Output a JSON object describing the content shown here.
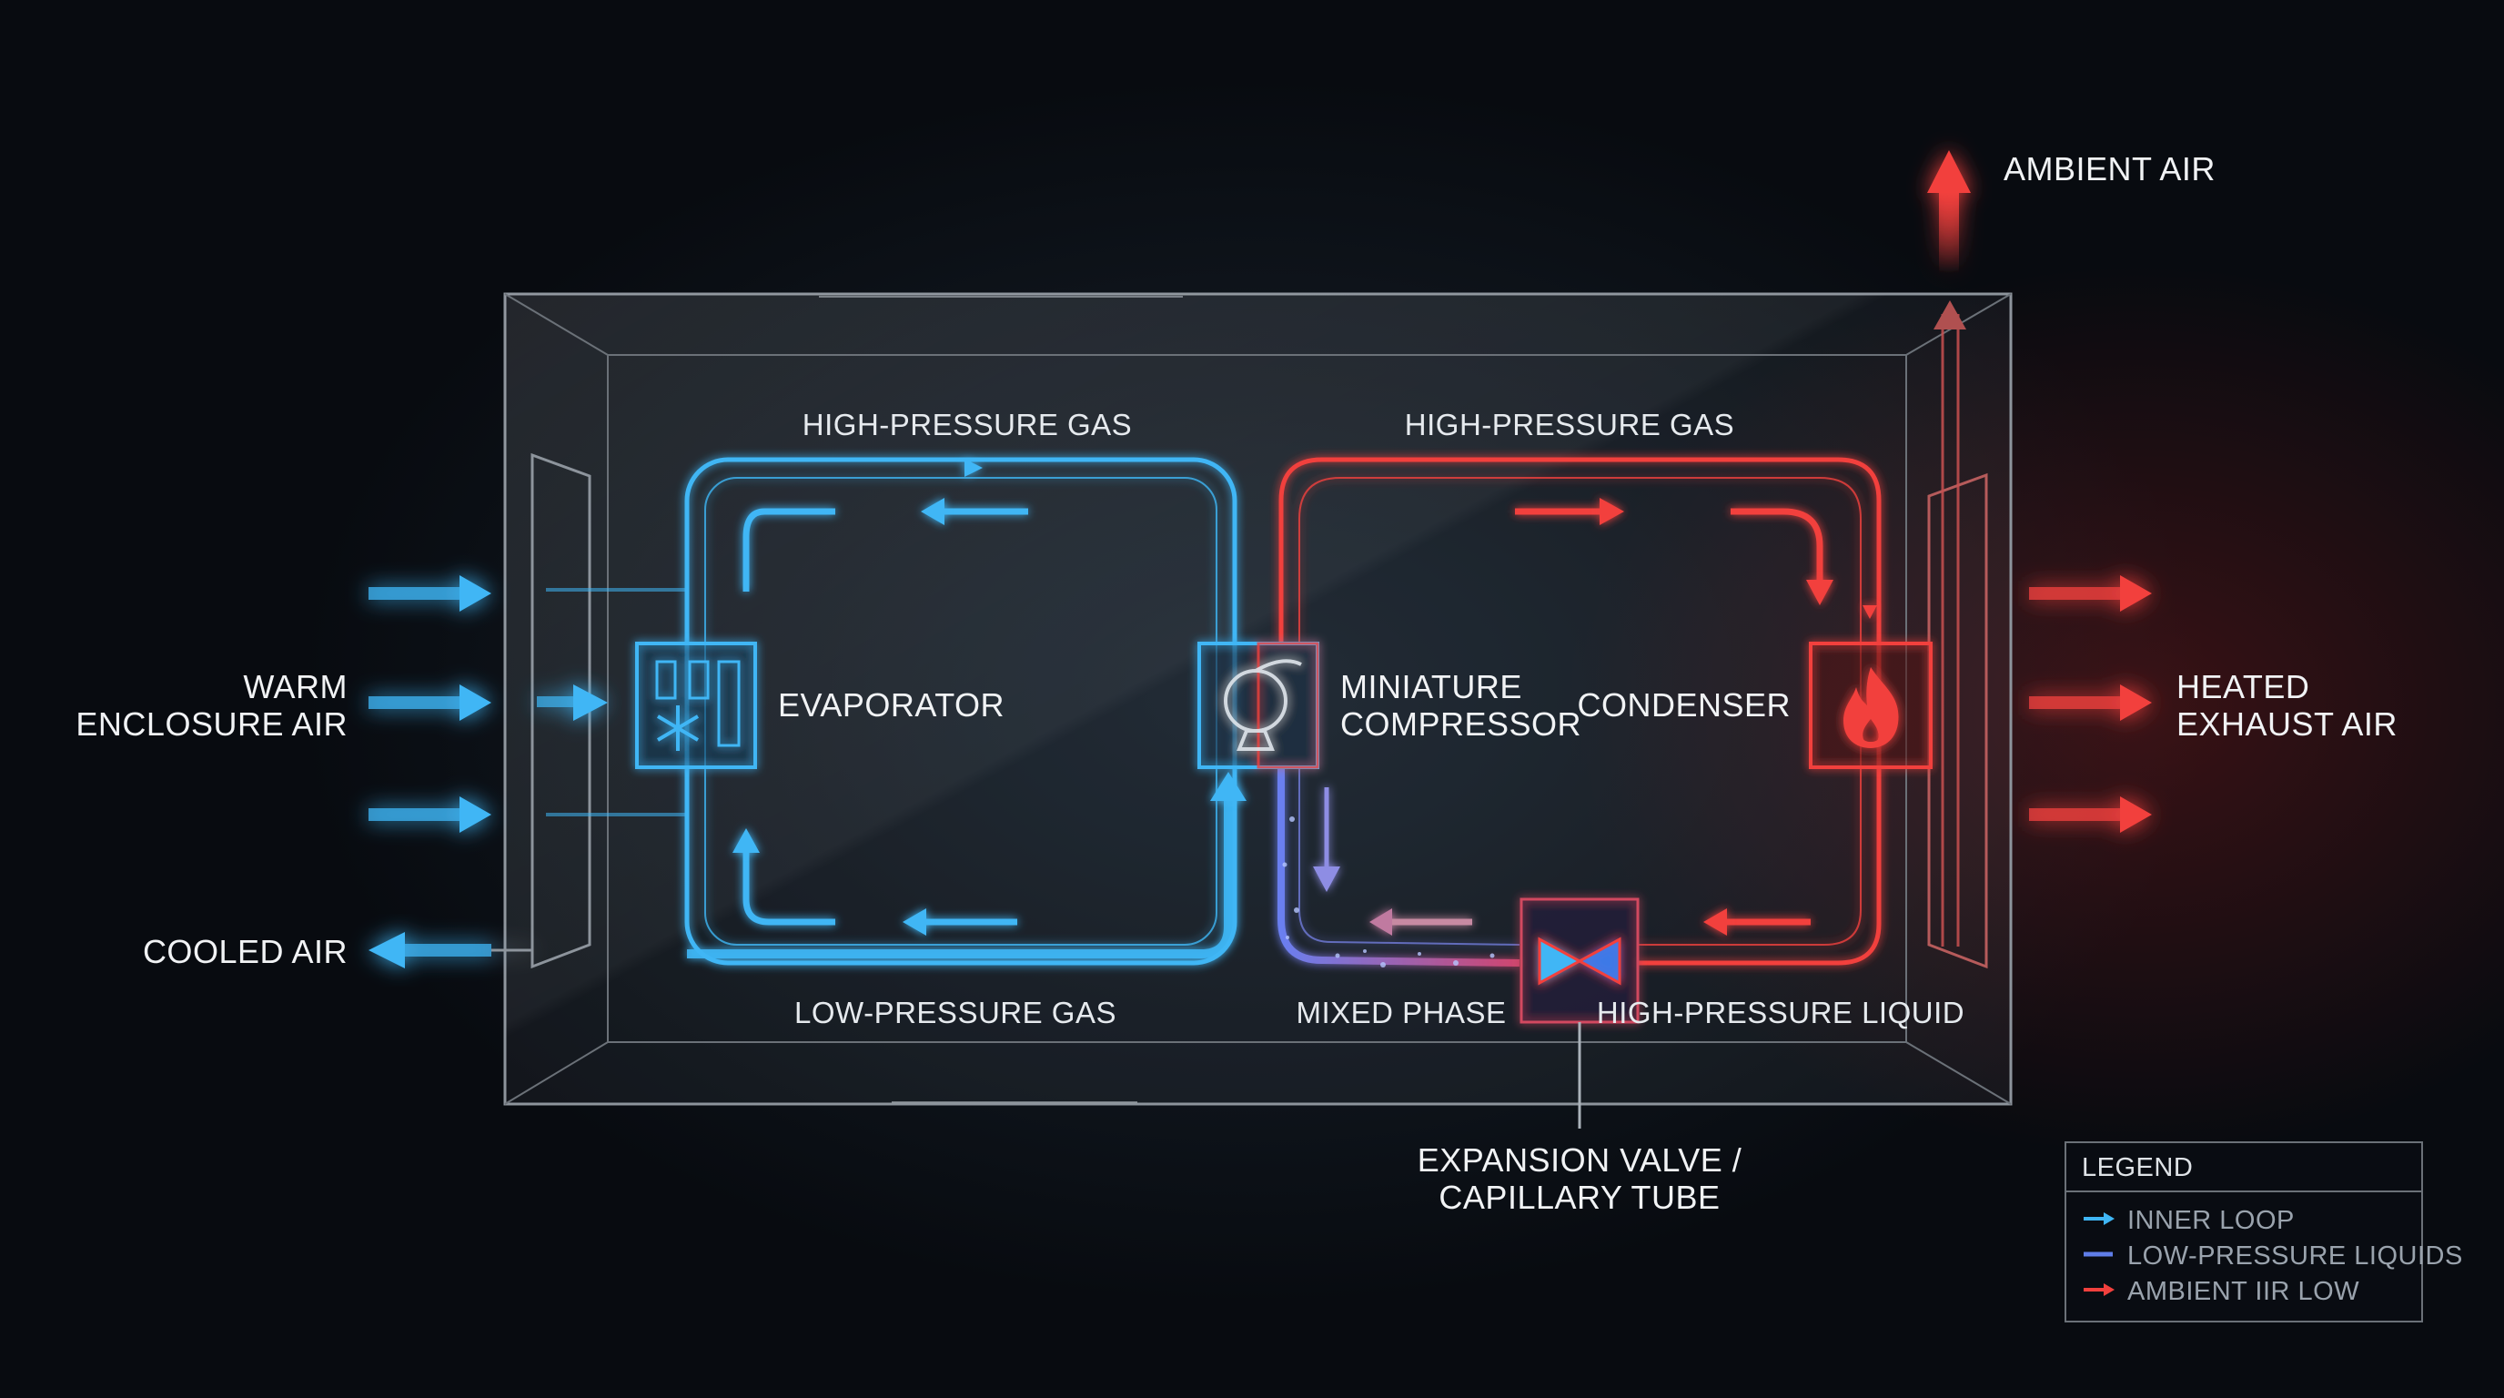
{
  "labels": {
    "ambient_air": "AMBIENT AIR",
    "warm_air_line1": "WARM",
    "warm_air_line2": "ENCLOSURE AIR",
    "cooled_air": "COOLED AIR",
    "heated_line1": "HEATED",
    "heated_line2": "EXHAUST AIR",
    "hp_gas_left": "HIGH-PRESSURE GAS",
    "hp_gas_right": "HIGH-PRESSURE GAS",
    "lp_gas": "LOW-PRESSURE GAS",
    "mixed_phase": "MIXED PHASE",
    "hp_liquid": "HIGH-PRESSURE LIQUID",
    "expansion_line1": "EXPANSION VALVE /",
    "expansion_line2": "CAPILLARY TUBE"
  },
  "components": {
    "evaporator": {
      "label": "EVAPORATOR",
      "icon": "snowflake-icon"
    },
    "compressor": {
      "label_line1": "MINIATURE",
      "label_line2": "COMPRESSOR",
      "icon": "compressor-icon"
    },
    "condenser": {
      "label": "CONDENSER",
      "icon": "flame-icon"
    },
    "expansion_valve": {
      "icon": "valve-icon"
    }
  },
  "legend": {
    "title": "LEGEND",
    "items": [
      {
        "label": "INNER LOOP",
        "color": "#3fb6f5",
        "marker": "arrow"
      },
      {
        "label": "LOW-PRESSURE LIQUIDS",
        "color": "#5f7de8",
        "marker": "line"
      },
      {
        "label": "AMBIENT IIR LOW",
        "color": "#f2403d",
        "marker": "arrow"
      }
    ]
  },
  "colors": {
    "cold": "#3fb6f5",
    "hot": "#f2403d",
    "mixed": "#5f7de8",
    "frame": "#8d949c"
  }
}
